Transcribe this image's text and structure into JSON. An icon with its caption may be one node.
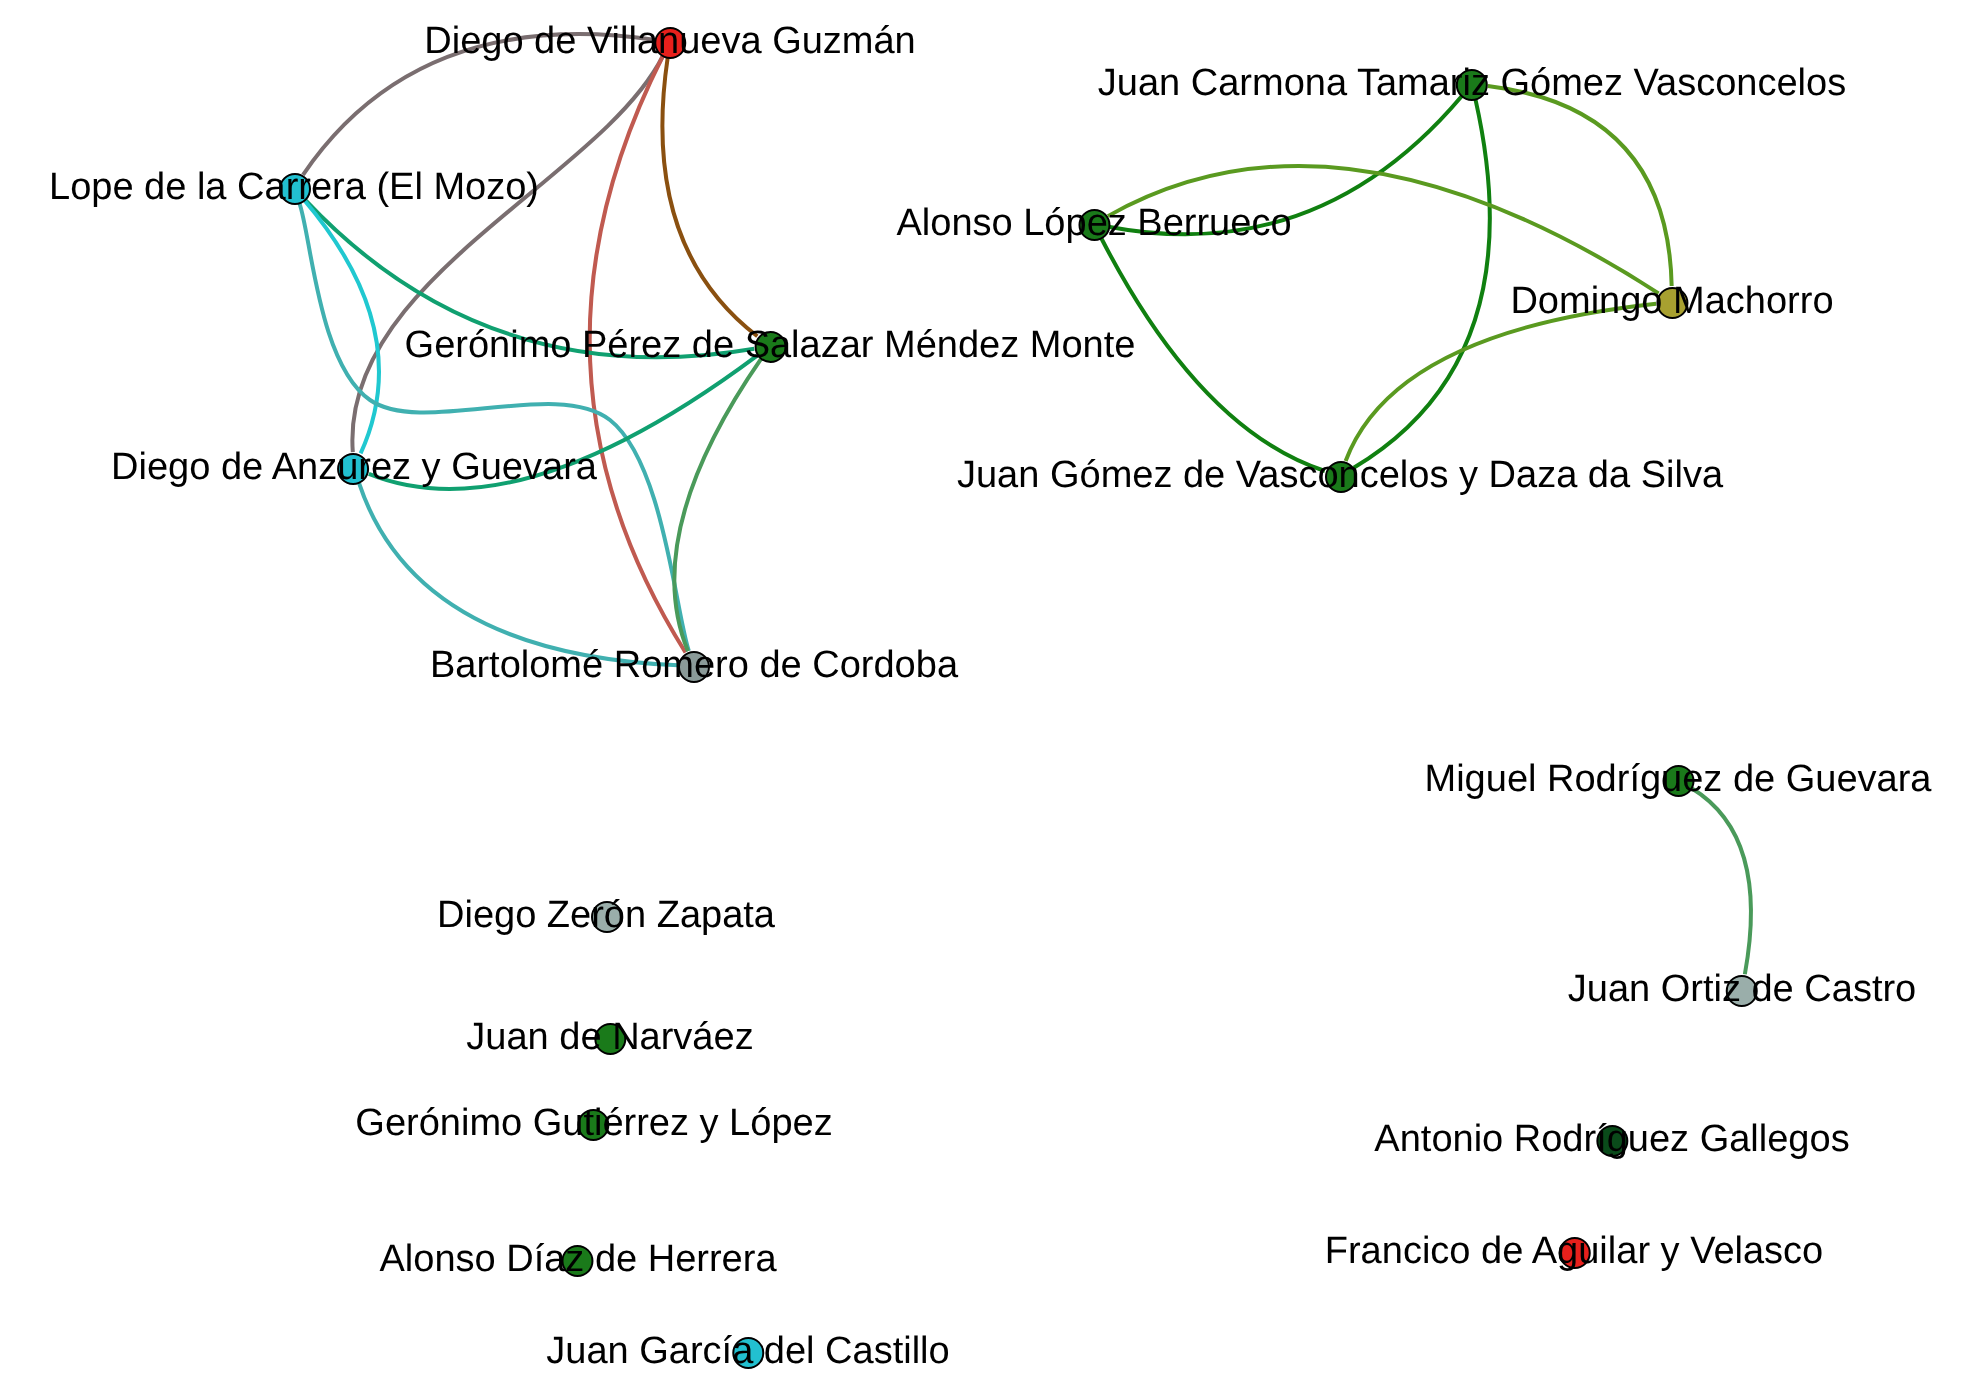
{
  "diagram": {
    "nodes": [
      {
        "text": [
          "Diego de Villanueva Guzmán"
        ]
      },
      {
        "text": [
          "Lope de la Carrera (El Mozo)"
        ]
      },
      {
        "text": [
          "Gerónimo Pérez de Salazar Méndez Monte"
        ]
      },
      {
        "text": [
          "Diego de Anzurez y Guevara"
        ]
      },
      {
        "text": [
          "Bartolomé Romero de Cordoba"
        ]
      },
      {
        "text": [
          "Juan Carmona Tamariz Gómez Vasconcelos"
        ]
      },
      {
        "text": [
          "Alonso López Berrueco"
        ]
      },
      {
        "text": [
          "Domingo Machorro"
        ]
      },
      {
        "text": [
          "Juan Gómez de Vasconcelos y Daza da Silva"
        ]
      },
      {
        "text": [
          "Miguel Rodríguez de Guevara"
        ]
      },
      {
        "text": [
          "Juan Ortiz de Castro"
        ]
      },
      {
        "text": [
          "Diego Zerón Zapata"
        ]
      },
      {
        "text": [
          "Juan de Narváez"
        ]
      },
      {
        "text": [
          "Gerónimo Gutiérrez y López"
        ]
      },
      {
        "text": [
          "Alonso Díaz de Herrera"
        ]
      },
      {
        "text": [
          "Juan García del Castillo"
        ]
      },
      {
        "text": [
          "Antonio Rodríguez Gallegos"
        ]
      },
      {
        "text": [
          "Francico de Aguilar y Velasco"
        ]
      }
    ],
    "edges": [
      {
        "from": 0,
        "to": 1,
        "arrow": "none",
        "color": "#7a6e70"
      },
      {
        "from": 0,
        "to": 3,
        "arrow": "none",
        "color": "#7a6e70"
      },
      {
        "from": 0,
        "to": 2,
        "arrow": "none",
        "color": "#8a5010"
      },
      {
        "from": 0,
        "to": 4,
        "arrow": "none",
        "color": "#c05a50"
      },
      {
        "from": 1,
        "to": 2,
        "arrow": "none",
        "color": "#10a070"
      },
      {
        "from": 1,
        "to": 3,
        "arrow": "none",
        "color": "#20c8d0"
      },
      {
        "from": 1,
        "to": 4,
        "arrow": "none",
        "color": "#40b0b0"
      },
      {
        "from": 3,
        "to": 2,
        "arrow": "none",
        "color": "#10a070"
      },
      {
        "from": 3,
        "to": 4,
        "arrow": "none",
        "color": "#40b0b0"
      },
      {
        "from": 2,
        "to": 4,
        "arrow": "none",
        "color": "#4a9a5a"
      },
      {
        "from": 5,
        "to": 6,
        "arrow": "none"
      },
      {
        "from": 5,
        "to": 8,
        "arrow": "none"
      },
      {
        "from": 5,
        "to": 7,
        "arrow": "none",
        "color": "#5a9a20"
      },
      {
        "from": 6,
        "to": 7,
        "arrow": "none",
        "color": "#5a9a20"
      },
      {
        "from": 6,
        "to": 8,
        "arrow": "none"
      },
      {
        "from": 8,
        "to": 7,
        "arrow": "none",
        "color": "#5a9a20"
      },
      {
        "from": 9,
        "to": 10,
        "arrow": "none",
        "color": "#4a9a5a"
      }
    ]
  }
}
